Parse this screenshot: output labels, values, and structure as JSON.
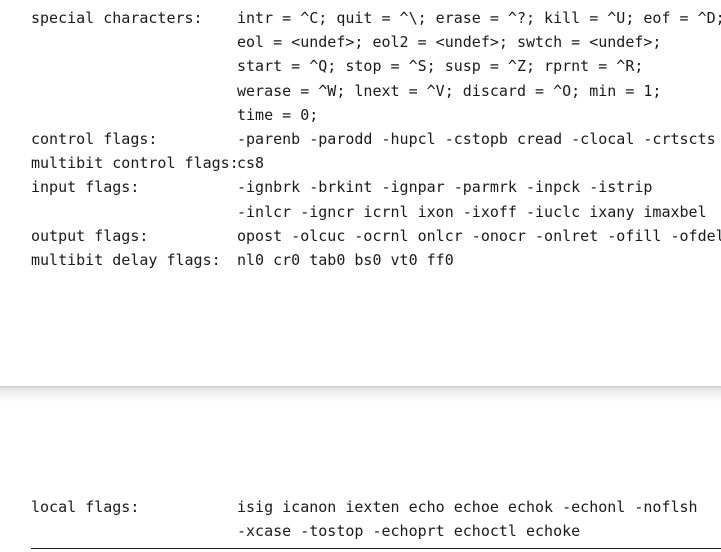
{
  "top_section": {
    "rows": [
      {
        "label": "special characters:",
        "lines": [
          "intr = ^C; quit = ^\\; erase = ^?; kill = ^U; eof = ^D;",
          "eol = <undef>; eol2 = <undef>; swtch = <undef>;",
          "start = ^Q; stop = ^S; susp = ^Z; rprnt = ^R;",
          "werase = ^W; lnext = ^V; discard = ^O; min = 1;",
          "time = 0;"
        ]
      },
      {
        "label": "control flags:",
        "lines": [
          "-parenb -parodd -hupcl -cstopb cread -clocal -crtscts"
        ]
      },
      {
        "label": "multibit control flags:",
        "lines": [
          "cs8"
        ]
      },
      {
        "label": "input flags:",
        "lines": [
          "-ignbrk -brkint -ignpar -parmrk -inpck -istrip",
          "-inlcr -igncr icrnl ixon -ixoff -iuclc ixany imaxbel"
        ]
      },
      {
        "label": "output flags:",
        "lines": [
          "opost -olcuc -ocrnl onlcr -onocr -onlret -ofill -ofdel"
        ]
      },
      {
        "label": "multibit delay flags:",
        "lines": [
          "nl0 cr0 tab0 bs0 vt0 ff0"
        ]
      }
    ]
  },
  "bottom_section": {
    "rows": [
      {
        "label": "local flags:",
        "lines": [
          "isig icanon iexten echo echoe echok -echonl -noflsh",
          "-xcase -tostop -echoprt echoctl echoke"
        ]
      }
    ]
  }
}
